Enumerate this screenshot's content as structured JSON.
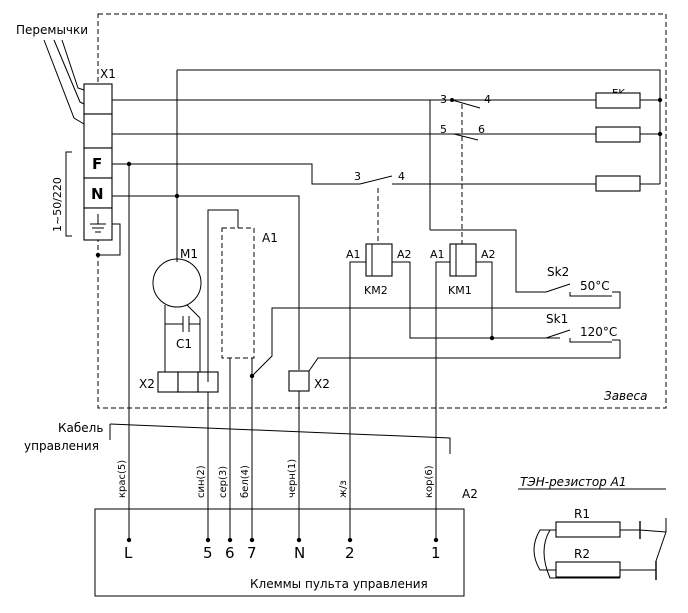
{
  "labels": {
    "jumpers": "Перемычки",
    "x1": "X1",
    "terminal_f": "F",
    "terminal_n": "N",
    "supply": "1~50/220",
    "m1": "M1",
    "c1": "C1",
    "a1_block": "A1",
    "x2_left": "X2",
    "x2_right": "X2",
    "ek": "EK",
    "sw_upper_3": "3",
    "sw_upper_4": "4",
    "sw_upper_5": "5",
    "sw_upper_6": "6",
    "sw_lower_3": "3",
    "sw_lower_4": "4",
    "km2_a1": "A1",
    "km2_a2": "A2",
    "km2": "KM2",
    "km1_a1": "A1",
    "km1_a2": "A2",
    "km1": "KM1",
    "sk2": "Sk2",
    "sk2_temp": "50°C",
    "sk1": "Sk1",
    "sk1_temp": "120°C",
    "zavesa": "Завеса",
    "cable_line1": "Кабель",
    "cable_line2": "управления",
    "a2": "A2",
    "panel_caption": "Клеммы пульта управления",
    "heater_title": "ТЭН-резистор A1",
    "r1": "R1",
    "r2": "R2"
  },
  "wires": [
    {
      "label": "крас(5)",
      "terminal": "L"
    },
    {
      "label": "син(2)",
      "terminal": "5"
    },
    {
      "label": "сер(3)",
      "terminal": "6"
    },
    {
      "label": "бел(4)",
      "terminal": "7"
    },
    {
      "label": "черн(1)",
      "terminal": "N"
    },
    {
      "label": "ж/з",
      "terminal": "2"
    },
    {
      "label": "кор(6)",
      "terminal": "1"
    }
  ]
}
